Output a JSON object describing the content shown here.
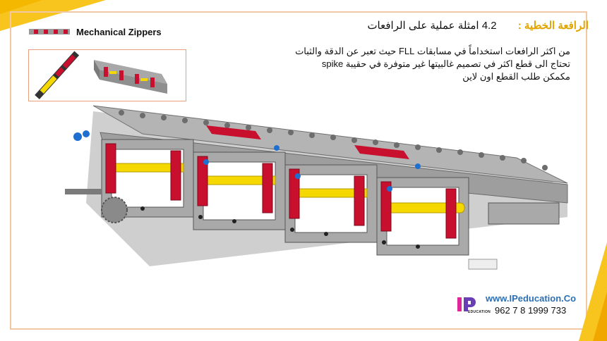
{
  "header": {
    "section_number_title": "4.2 امثلة عملية على الرافعات",
    "highlight": "الرافعة الخطية :"
  },
  "body": {
    "lines": [
      "من اكثر الرافعات استخداماً في مسابقات FLL حيث تعبر عن الدقة والثبات",
      "تحتاج الى قطع اكثر في تصميم غالبيتها غير متوفرة في حقيبة  spike",
      "مكمكن طلب القطع اون لاين"
    ]
  },
  "figure": {
    "label": "Mechanical Zippers"
  },
  "footer": {
    "website": "www.IPeducation.Co",
    "phone": "962 7 8 1999 733",
    "logo_text": "EDUCATION"
  },
  "colors": {
    "accent_yellow": "#f7c51e",
    "frame_border": "#f2c7a4",
    "highlight_text": "#e1a400",
    "link_blue": "#2c6fb4",
    "lego_red": "#c8102e",
    "lego_gray": "#8c8c8c",
    "lego_yellow": "#f5d800"
  }
}
